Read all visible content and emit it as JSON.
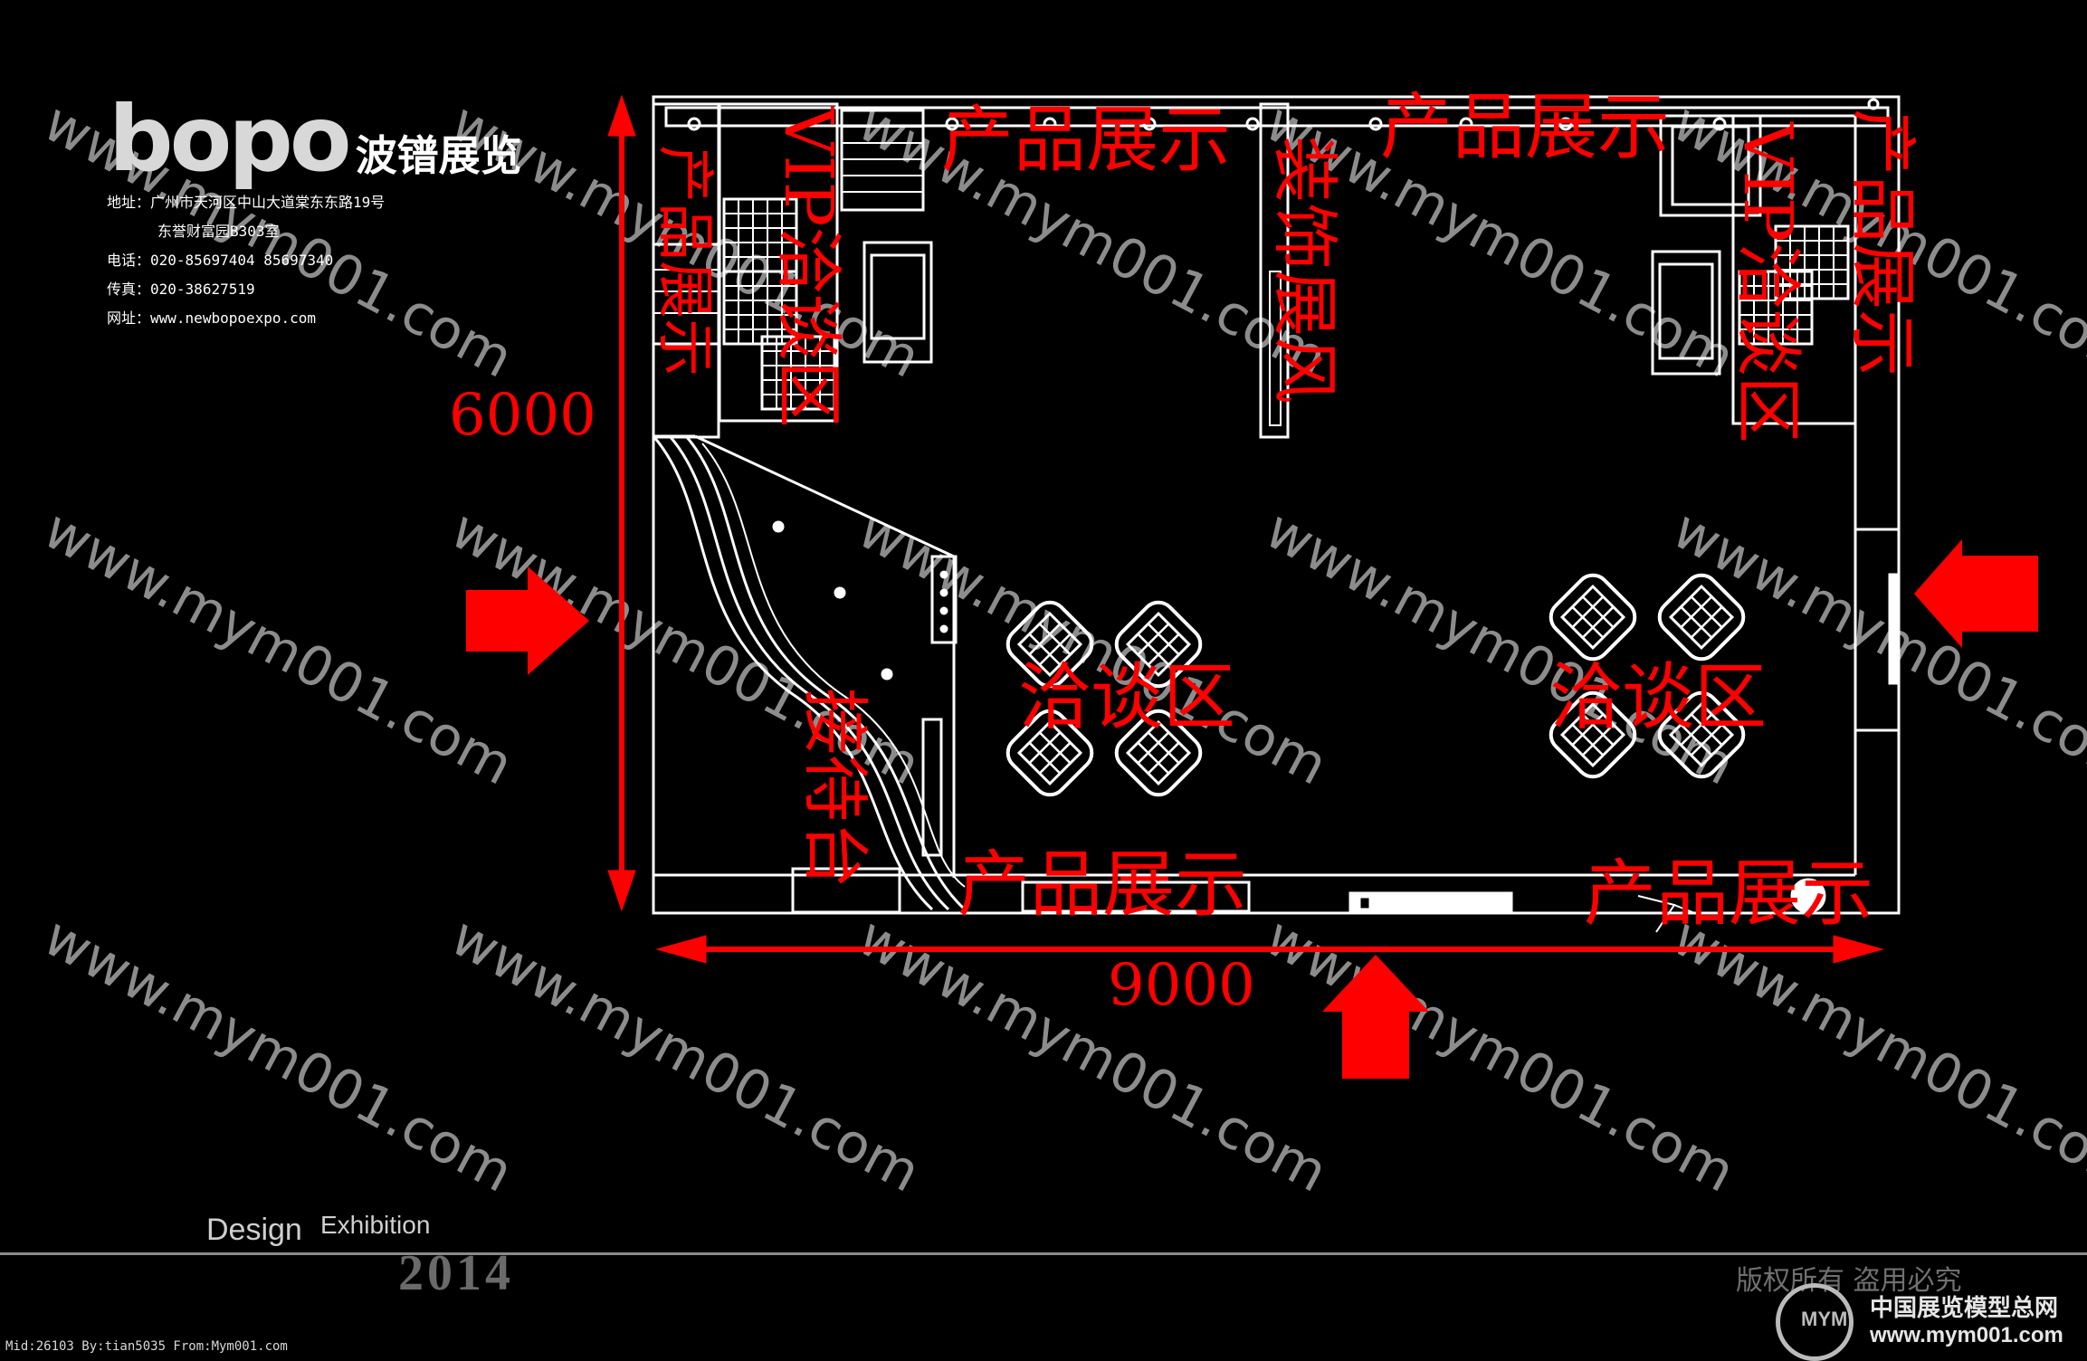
{
  "branding": {
    "logo_text": "bopo",
    "company_name": "波镨展览",
    "address_label": "地址：",
    "address_line1": "广州市天河区中山大道棠东东路19号",
    "address_line2": "东誉财富园B303室",
    "phone_label": "电话：",
    "phone": "020-85697404  85697340",
    "fax_label": "传真：",
    "fax": "020-38627519",
    "web_label": "网址：",
    "web": "www.newbopoexpo.com"
  },
  "plan": {
    "dimension_height": "6000",
    "dimension_width": "9000",
    "labels": {
      "product_display": "产品展示",
      "vip_negotiation": "VIP洽谈区",
      "decoration_display": "装饰展风",
      "negotiation_area": "洽谈区",
      "reception": "接待台"
    }
  },
  "watermark": "www.mym001.com",
  "footer": {
    "design": "Design",
    "exhibition": "Exhibition",
    "year": "2014",
    "copyright": "版权所有  盗用必究",
    "mid_info": "Mid:26103 By:tian5035 From:Mym001.com",
    "badge": "MYM",
    "site_cn": "中国展览模型总网",
    "site_url": "www.mym001.com"
  },
  "colors": {
    "background": "#000000",
    "line": "#ffffff",
    "accent": "#ff0000"
  }
}
